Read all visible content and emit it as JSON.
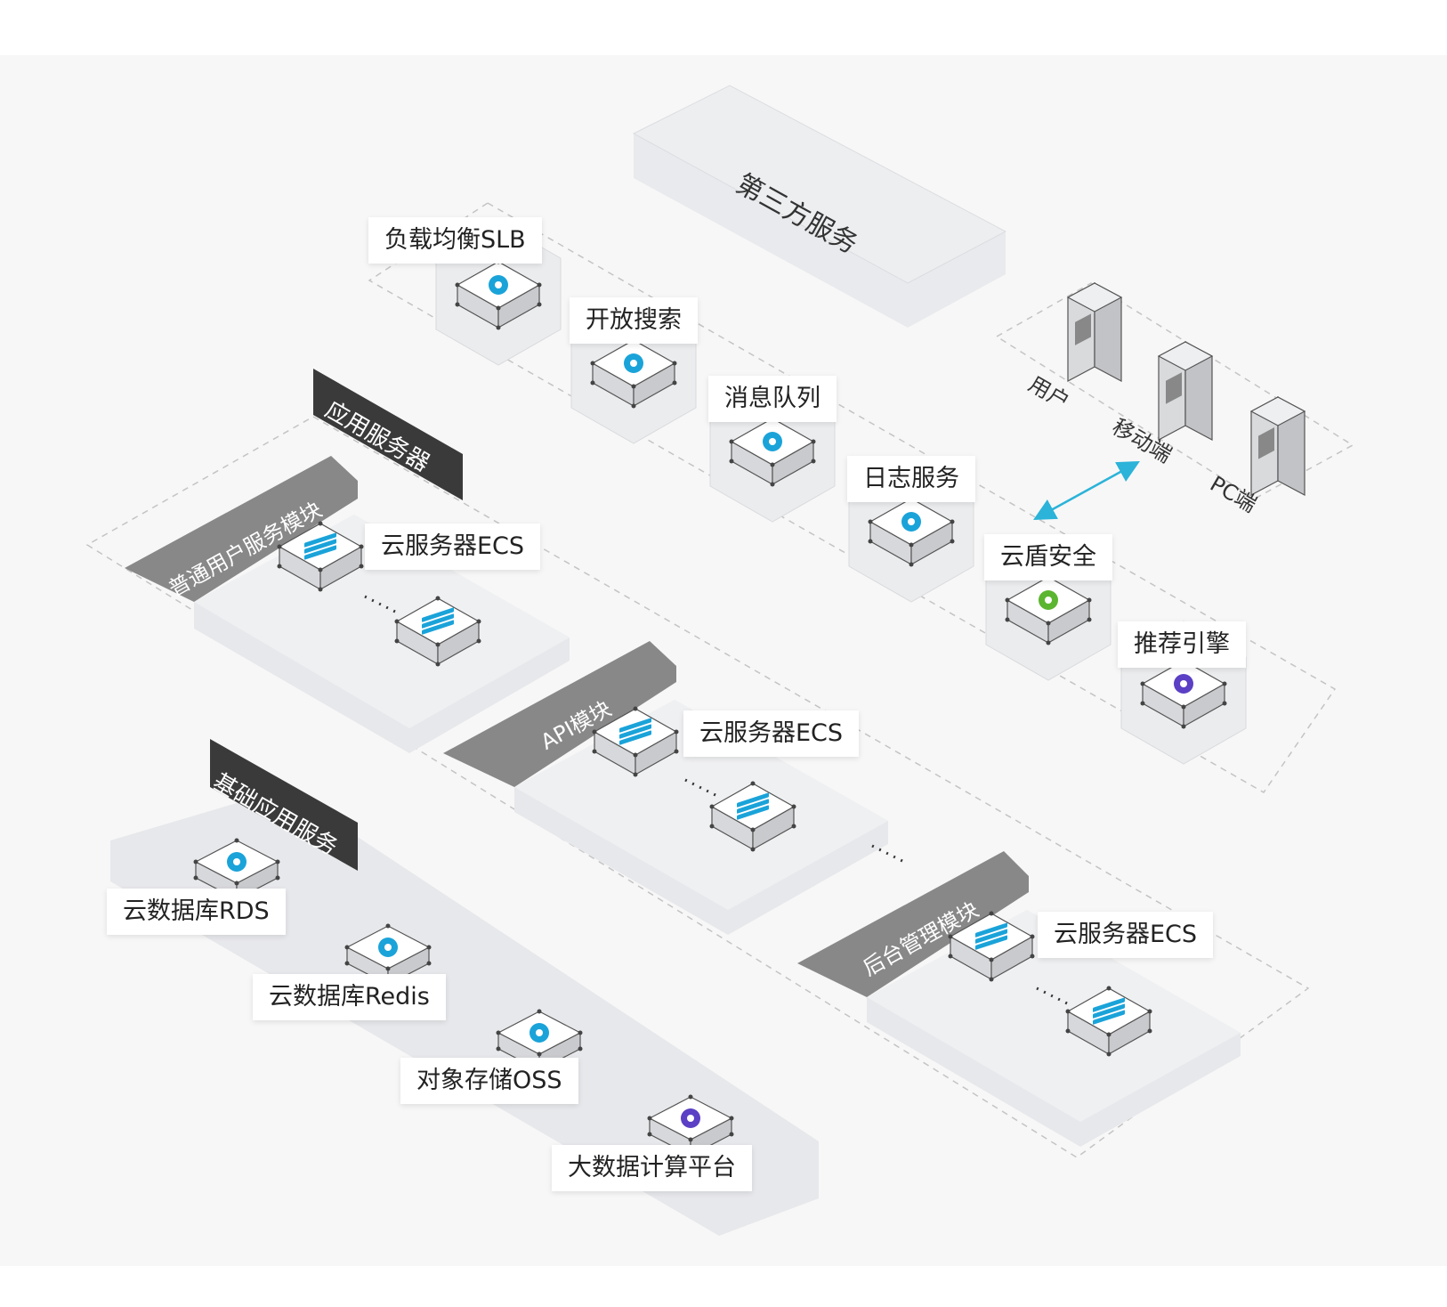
{
  "third_party": {
    "title": "第三方服务"
  },
  "services": [
    {
      "label": "负载均衡SLB",
      "icon": "share-icon",
      "color": "#1aa3d9"
    },
    {
      "label": "开放搜索",
      "icon": "search-icon",
      "color": "#1aa3d9"
    },
    {
      "label": "消息队列",
      "icon": "message-queue-icon",
      "color": "#1aa3d9"
    },
    {
      "label": "日志服务",
      "icon": "log-icon",
      "color": "#1aa3d9"
    },
    {
      "label": "云盾安全",
      "icon": "shield-icon",
      "color": "#5bb530"
    },
    {
      "label": "推荐引擎",
      "icon": "flower-icon",
      "color": "#5b3fc4"
    }
  ],
  "clients": [
    {
      "label": "用户",
      "icon": "user-icon"
    },
    {
      "label": "移动端",
      "icon": "mobile-icon"
    },
    {
      "label": "PC端",
      "icon": "monitor-icon"
    }
  ],
  "app_servers": {
    "title": "应用服务器",
    "modules": [
      {
        "title": "普通用户服务模块",
        "ecs_label": "云服务器ECS"
      },
      {
        "title": "API模块",
        "ecs_label": "云服务器ECS"
      },
      {
        "title": "后台管理模块",
        "ecs_label": "云服务器ECS"
      }
    ],
    "ellipsis": "......"
  },
  "base_services": {
    "title": "基础应用服务",
    "items": [
      {
        "label": "云数据库RDS",
        "icon": "rds-icon",
        "color": "#1aa3d9"
      },
      {
        "label": "云数据库Redis",
        "icon": "redis-icon",
        "color": "#1aa3d9"
      },
      {
        "label": "对象存储OSS",
        "icon": "oss-icon",
        "color": "#1aa3d9"
      },
      {
        "label": "大数据计算平台",
        "icon": "bigdata-icon",
        "color": "#5b3fc4"
      }
    ]
  },
  "colors": {
    "accent": "#1aa3d9",
    "dark_tag": "#3a3a3a",
    "gray_tag": "#888888",
    "panel": "#eeeff1",
    "arrow": "#2bb3d9"
  }
}
